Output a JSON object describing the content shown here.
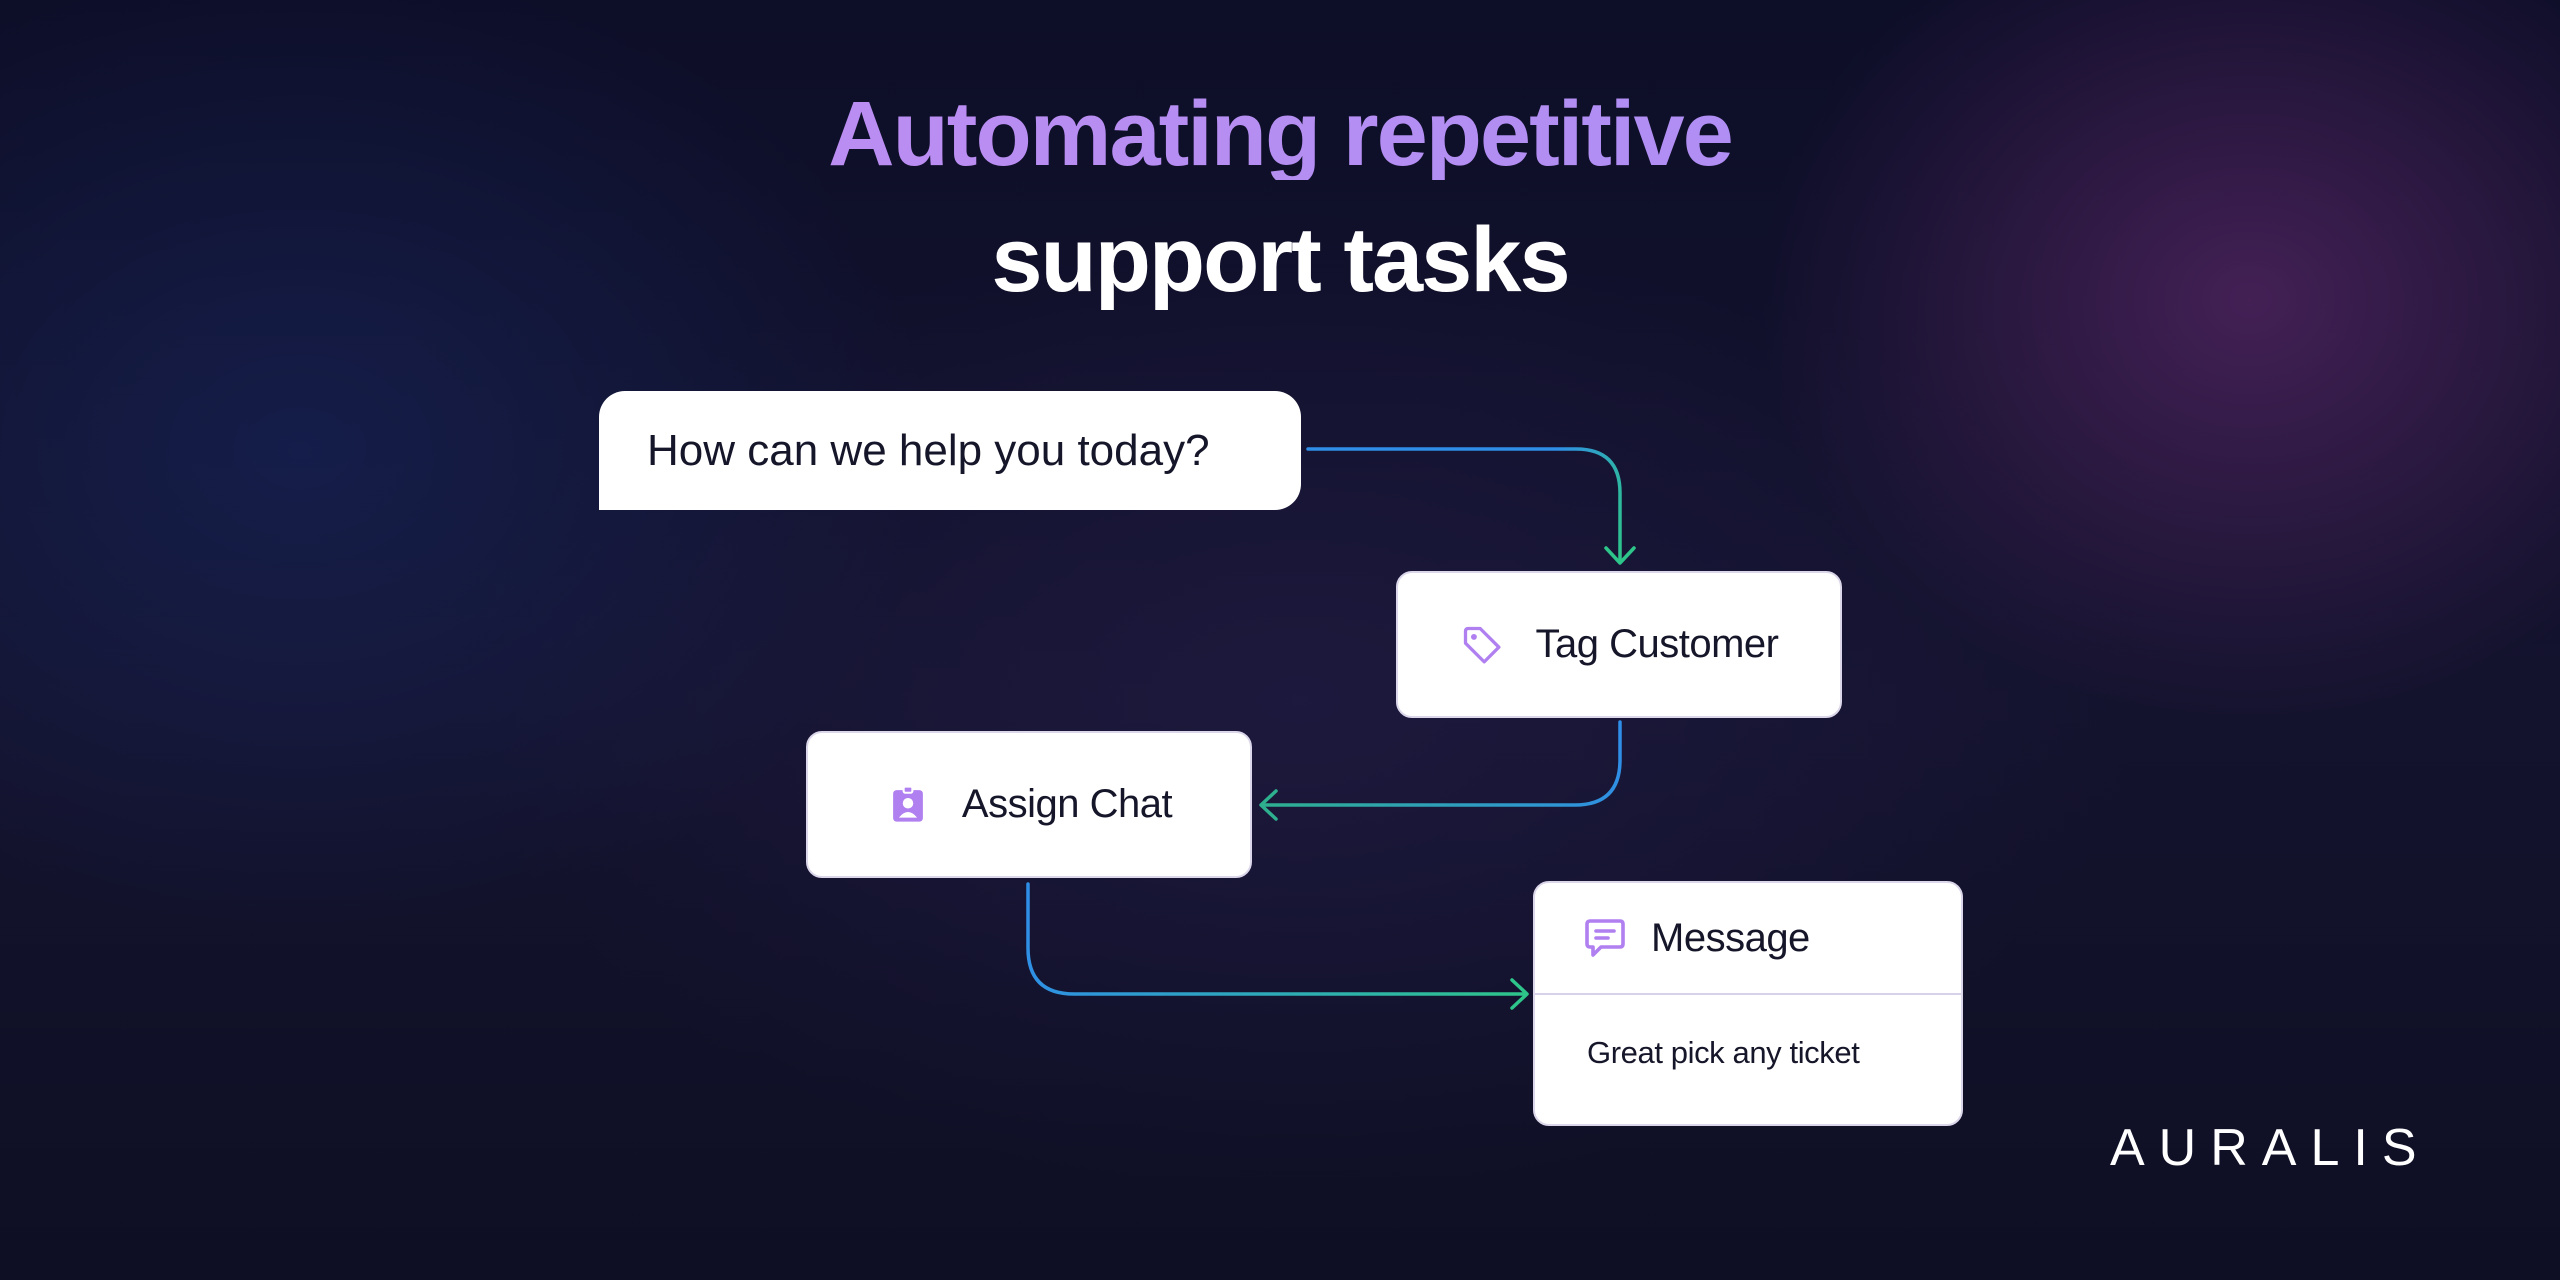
{
  "title": {
    "line1": "Automating repetitive",
    "line2": "support tasks"
  },
  "flow": {
    "question": "How can we help you today?",
    "tag_customer": "Tag Customer",
    "assign_chat": "Assign Chat",
    "message": {
      "header": "Message",
      "body": "Great pick any ticket"
    }
  },
  "brand": {
    "logo": "AURALIS"
  },
  "colors": {
    "title_accent": "#b388f2",
    "icon": "#b07ff0",
    "connector_start": "#2f8ee8",
    "connector_end": "#2ec58a"
  },
  "icons": {
    "tag": "tag-icon",
    "assign": "id-badge-icon",
    "message": "chat-message-icon"
  }
}
